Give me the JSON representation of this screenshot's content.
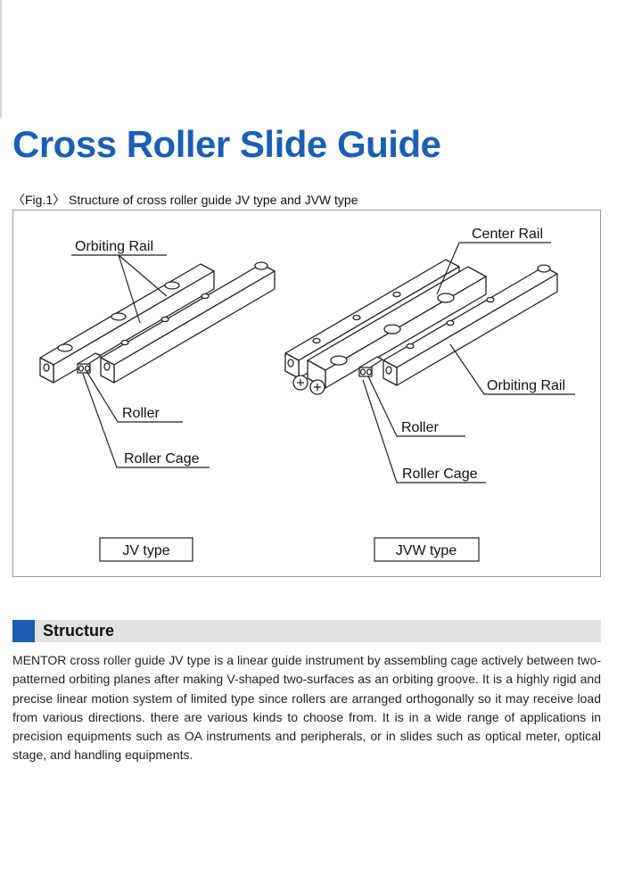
{
  "title": "Cross Roller Slide Guide",
  "figure": {
    "caption": "〈Fig.1〉 Structure of cross roller guide JV type and JVW type",
    "jv": {
      "orbiting_rail": "Orbiting Rail",
      "roller": "Roller",
      "roller_cage": "Roller Cage",
      "type_label": "JV type"
    },
    "jvw": {
      "center_rail": "Center Rail",
      "orbiting_rail": "Orbiting Rail",
      "roller": "Roller",
      "roller_cage": "Roller Cage",
      "type_label": "JVW type"
    }
  },
  "section": {
    "title": "Structure",
    "body": "MENTOR cross roller guide JV type is a linear guide instrument by assembling cage actively between two-patterned orbiting planes after making V-shaped two-surfaces as an orbiting groove. It is a highly rigid and precise linear motion system of limited type since rollers are arranged orthogonally so it may receive load from various directions. there are various kinds to choose from. It is in a wide range of applications in precision equipments such as OA instruments and peripherals, or in slides such as optical meter, optical stage, and handling equipments."
  },
  "colors": {
    "accent": "#1a5fb4",
    "section_bar": "#e2e2e2"
  }
}
